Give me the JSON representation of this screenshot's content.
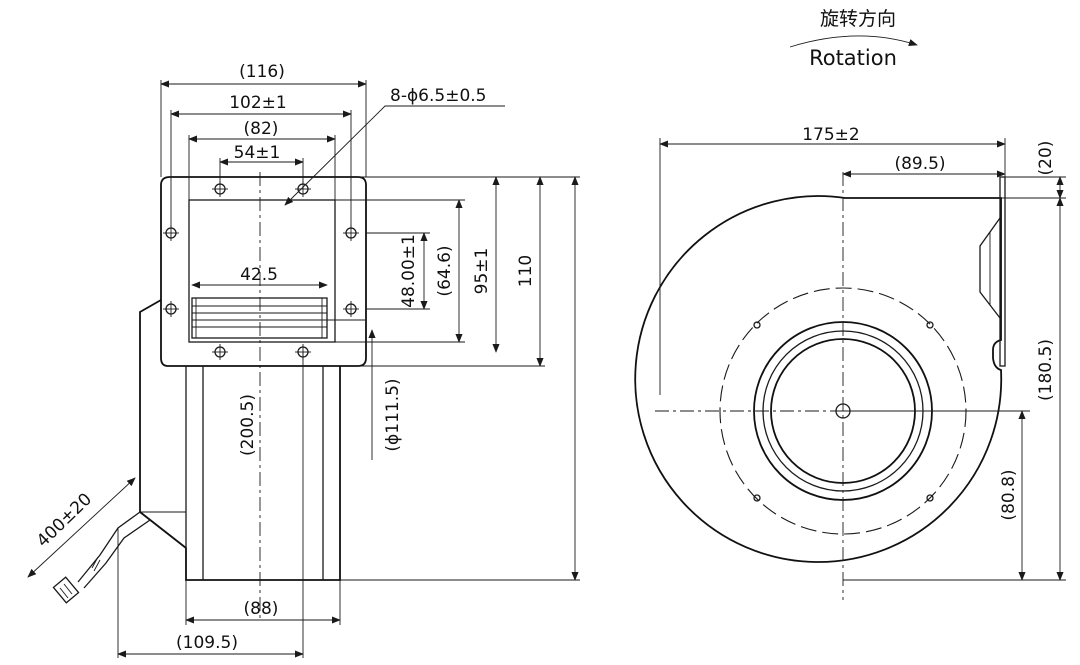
{
  "rotation": {
    "label_cn": "旋转方向",
    "label_en": "Rotation"
  },
  "left_view": {
    "dim_width_overall": "(116)",
    "dim_hole_span": "102±1",
    "dim_outlet_inner": "(82)",
    "dim_hole_pitch": "54±1",
    "dim_hole_callout": "8-ϕ6.5±0.5",
    "dim_impeller_width": "42.5",
    "dim_48": "48.00±1",
    "dim_64": "(64.6)",
    "dim_95": "95±1",
    "dim_110": "110",
    "dim_200": "(200.5)",
    "dim_111": "(ϕ111.5)",
    "dim_88": "(88)",
    "dim_109": "(109.5)",
    "dim_cable": "400±20"
  },
  "right_view": {
    "dim_175": "175±2",
    "dim_89": "(89.5)",
    "dim_20": "(20)",
    "dim_180": "(180.5)",
    "dim_80": "(80.8)"
  }
}
